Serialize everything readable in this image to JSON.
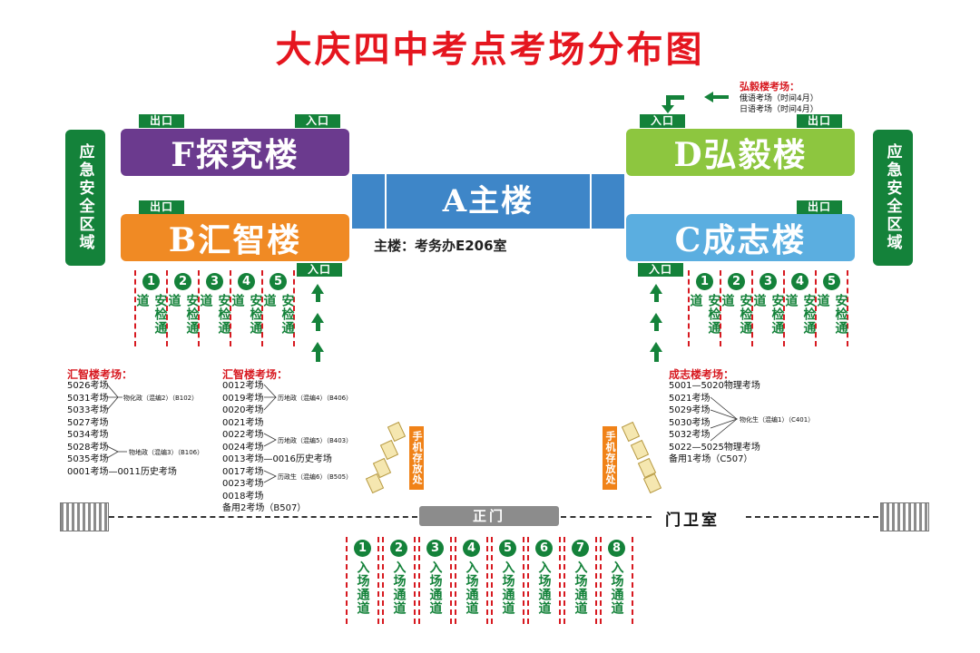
{
  "title": "大庆四中考点考场分布图",
  "buildings": {
    "F": {
      "label": "F探究楼",
      "color": "#6b3a8e"
    },
    "B": {
      "label": "B汇智楼",
      "color": "#f08a24"
    },
    "A": {
      "label": "A主楼",
      "color": "#3e86c8"
    },
    "D": {
      "label": "D弘毅楼",
      "color": "#8dc63f"
    },
    "C": {
      "label": "C成志楼",
      "color": "#5baee0"
    }
  },
  "tags": {
    "exit": "出口",
    "entrance": "入口"
  },
  "emergency": "应急安全区域",
  "main_office": "主楼：考务办E206室",
  "security_lane": "安检通道",
  "entry_lane": "入场通道",
  "lane_numbers_security": [
    "1",
    "2",
    "3",
    "4",
    "5"
  ],
  "lane_numbers_entry": [
    "1",
    "2",
    "3",
    "4",
    "5",
    "6",
    "7",
    "8"
  ],
  "hongyi_note": {
    "title": "弘毅楼考场：",
    "lines": [
      "俄语考场（时间4月）",
      "日语考场（时间4月）"
    ]
  },
  "huizhi_left": {
    "title": "汇智楼考场：",
    "rooms": [
      "5026考场",
      "5031考场",
      "5033考场",
      "5027考场",
      "5034考场",
      "5028考场",
      "5035考场",
      "0001考场—0011历史考场"
    ],
    "groups": [
      "物化政（混编2）（B102）",
      "物地政（混编3）（B106）"
    ]
  },
  "huizhi_mid": {
    "title": "汇智楼考场：",
    "rooms": [
      "0012考场",
      "0019考场",
      "0020考场",
      "0021考场",
      "0022考场",
      "0024考场",
      "0013考场—0016历史考场",
      "0017考场",
      "0023考场",
      "0018考场",
      "备用2考场（B507）"
    ],
    "groups": [
      "历地政（混编4）（B406）",
      "历地政（混编5）（B403）",
      "历政生（混编6）（B505）"
    ]
  },
  "chengzhi": {
    "title": "成志楼考场：",
    "rooms": [
      "5001—5020物理考场",
      "5021考场",
      "5029考场",
      "5030考场",
      "5032考场",
      "5022—5025物理考场",
      "备用1考场（C507）"
    ],
    "groups": [
      "物化生（混编1）（C401）"
    ]
  },
  "phone_storage": "手机存放处",
  "gate": "正门",
  "guard": "门卫室",
  "colors": {
    "red": "#e5161f",
    "green": "#14823a"
  }
}
